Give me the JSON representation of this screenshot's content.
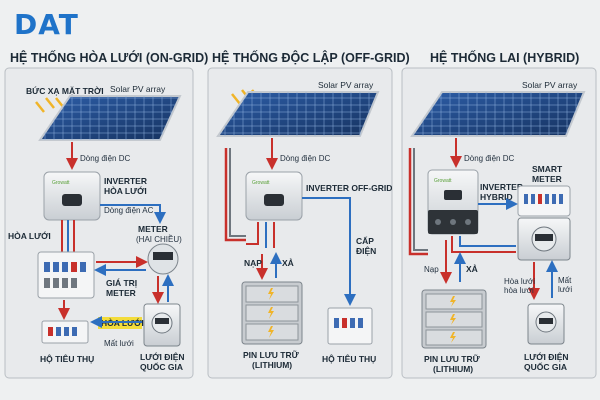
{
  "logo": "DAT",
  "panels": [
    {
      "title": "HỆ THỐNG HÒA LƯỚI (ON-GRID)",
      "sun_label": "BỨC XẠ MẶT TRỜI",
      "pv_label": "Solar PV array",
      "dc_label": "Dòng điện DC",
      "inverter_brand": "Growatt",
      "inverter_label": [
        "INVERTER",
        "HÒA LƯỚI"
      ],
      "ac_label": "Dòng điện AC",
      "grid_tie_label": "HÒA LƯỚI",
      "meter_label": [
        "METER",
        "(HAI CHIỀU)"
      ],
      "value_label": [
        "GIÁ TRỊ",
        "METER"
      ],
      "grid_tag": "HÒA LƯỚI",
      "loss_label": "Mất lưới",
      "load_label": "HỘ TIÊU THỤ",
      "grid_label": [
        "LƯỚI ĐIỆN",
        "QUỐC GIA"
      ]
    },
    {
      "title": "HỆ THỐNG ĐỘC LẬP (OFF-GRID)",
      "pv_label": "Solar PV array",
      "dc_label": "Dòng điện DC",
      "inverter_brand": "Growatt",
      "inverter_label": "INVERTER OFF-GRID",
      "charge_label": "NẠP",
      "discharge_label": "XẢ",
      "supply_label": [
        "CẤP",
        "ĐIỆN"
      ],
      "battery_label": [
        "PIN LƯU TRỮ",
        "(LITHIUM)"
      ],
      "load_label": "HỘ TIÊU THỤ"
    },
    {
      "title": "HỆ THỐNG LAI (HYBRID)",
      "pv_label": "Solar PV array",
      "dc_label": "Dòng điện DC",
      "inverter_brand": "Growatt",
      "inverter_label": [
        "INVERTER",
        "HYBRID"
      ],
      "meter_label": [
        "SMART",
        "METER"
      ],
      "charge_label": "Nạp",
      "discharge_label": "XẢ",
      "grid_tie_label": [
        "Hòa lưới",
        "hòa lưới"
      ],
      "loss_label": [
        "Mất",
        "lưới"
      ],
      "battery_label": [
        "PIN LƯU TRỮ",
        "(LITHIUM)"
      ],
      "grid_label": [
        "LƯỚI ĐIỆN",
        "QUỐC GIA"
      ]
    }
  ]
}
